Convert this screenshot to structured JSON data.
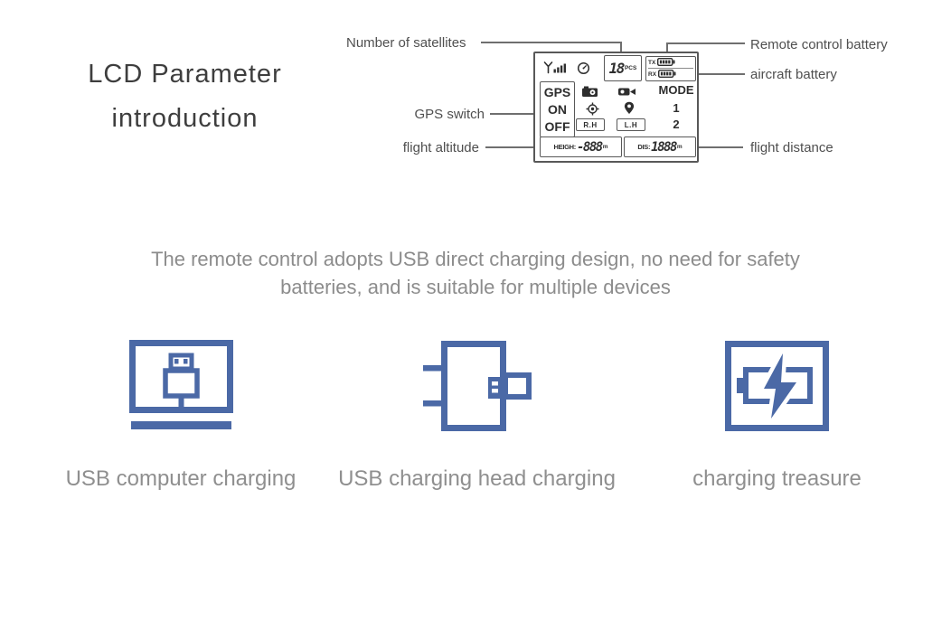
{
  "header": {
    "title_lines": [
      "LCD Parameter",
      "introduction"
    ]
  },
  "lcd": {
    "callouts": {
      "number_of_satellites": "Number of satellites",
      "remote_control_battery": "Remote control battery",
      "aircraft_battery": "aircraft battery",
      "gps_switch": "GPS switch",
      "flight_altitude": "flight altitude",
      "flight_distance": "flight distance"
    },
    "screen": {
      "satellite_count": "18",
      "satellite_unit": "PCS",
      "tx_label": "TX",
      "rx_label": "RX",
      "gps_label": "GPS",
      "gps_on": "ON",
      "gps_off": "OFF",
      "mode_label": "MODE",
      "mode_option_1": "1",
      "mode_option_2": "2",
      "right_hand": "R.H",
      "left_hand": "L.H",
      "height_label": "HEIGH:",
      "height_value": "-888",
      "height_unit": "m",
      "distance_label": "DIS:",
      "distance_value": "1888",
      "distance_unit": "m",
      "icons": [
        "signal-strength",
        "compass",
        "photo-camera",
        "video-camera",
        "crosshair",
        "location-pin",
        "tx-battery",
        "rx-battery"
      ]
    }
  },
  "charging_section": {
    "description_lines": [
      "The remote control adopts USB direct charging design, no need for safety",
      "batteries, and is suitable for multiple devices"
    ],
    "items": [
      {
        "icon": "usb-computer-charging-icon",
        "label": "USB computer charging"
      },
      {
        "icon": "usb-charging-head-icon",
        "label": "USB charging head charging"
      },
      {
        "icon": "power-bank-icon",
        "label": "charging treasure"
      }
    ]
  },
  "colors": {
    "accent_blue": "#4b69a6",
    "heading_text": "#3e3e3e",
    "body_text_gray": "#8c8c8c",
    "lcd_ink": "#2e2e2e"
  }
}
